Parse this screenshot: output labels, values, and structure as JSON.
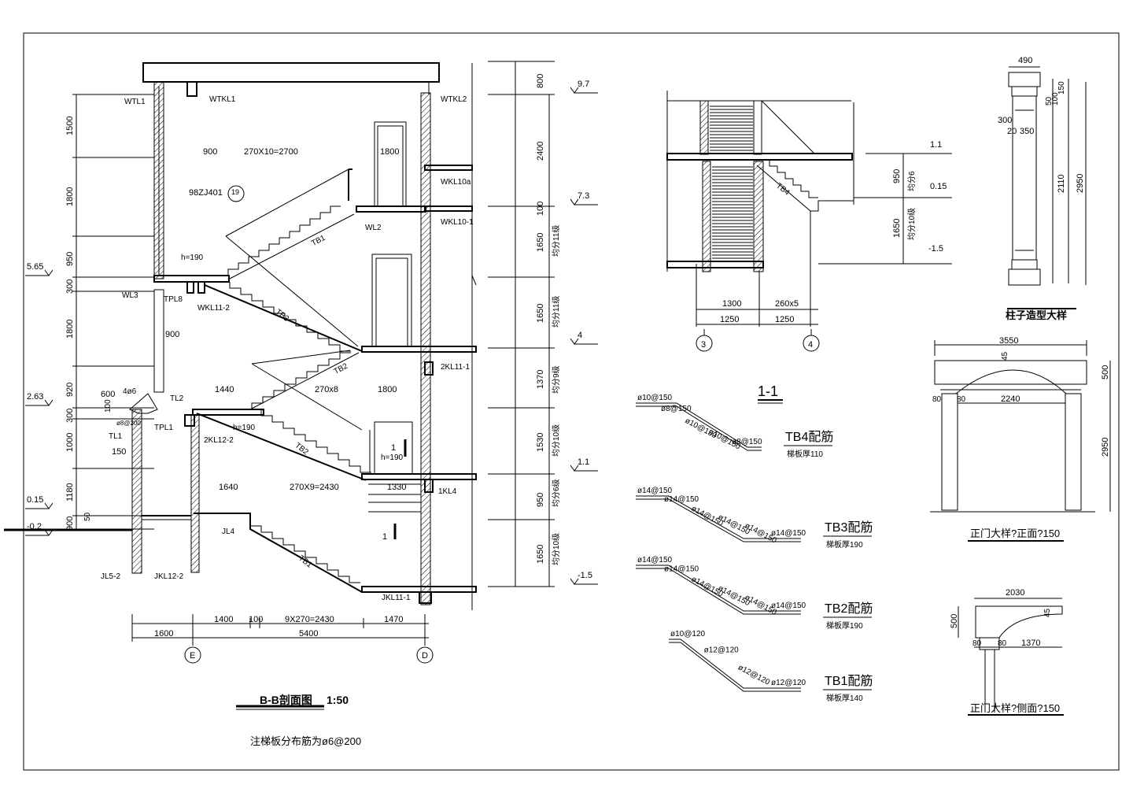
{
  "section_bb": {
    "title": "B-B剖面图",
    "scale": "1:50",
    "note": "注梯板分布筋为ø6@200",
    "axis_labels": [
      "E",
      "D"
    ],
    "elevations": [
      "9.7",
      "7.3",
      "5.65",
      "4",
      "2.63",
      "1.1",
      "0.15",
      "-0.2",
      "-1.5"
    ],
    "left_dims": [
      "1500",
      "1800",
      "950",
      "300",
      "1800",
      "920",
      "300",
      "1000",
      "1180",
      "900",
      "50",
      "600",
      "100",
      "150"
    ],
    "right_dims": [
      "800",
      "2400",
      "100",
      "1650",
      "1650",
      "1370",
      "1530",
      "950",
      "1650"
    ],
    "right_notes": [
      "均分11级",
      "均分11级",
      "均分9级",
      "均分10级",
      "均分6级",
      "均分10级"
    ],
    "horizontal_dims": [
      "900",
      "270X10=2700",
      "1800",
      "900",
      "1440",
      "270x8",
      "1800",
      "1640",
      "270X9=2430",
      "1330",
      "1400",
      "100",
      "9X270=2430",
      "1470",
      "1600",
      "5400"
    ],
    "members": [
      "WTL1",
      "WTKL1",
      "WTKL2",
      "WKL10a",
      "WKL10-1",
      "WL2",
      "WL3",
      "TPL8",
      "WKL11-2",
      "2KL11-1",
      "TL2",
      "TPL1",
      "2KL12-2",
      "TL1",
      "1KL4",
      "JL4",
      "JL5-2",
      "JKL12-2",
      "JKL11-1",
      "4ø6",
      "ø8@200",
      "98ZJ401",
      "19"
    ],
    "heights": [
      "h=190",
      "h=190",
      "h=190"
    ],
    "stair_labels": [
      "TB1",
      "TB3",
      "TB2",
      "TB2",
      "TB1"
    ],
    "marks": [
      "1",
      "1"
    ]
  },
  "section_11": {
    "title": "1-1",
    "elevations": [
      "1.1",
      "0.15",
      "-1.5"
    ],
    "dims_v": [
      "950",
      "1650"
    ],
    "notes_v": [
      "均分6",
      "均分10级"
    ],
    "dims_h": [
      "1300",
      "260x5",
      "1250",
      "1250"
    ],
    "axis_labels": [
      "3",
      "4"
    ],
    "stair_label": "TB4"
  },
  "rebar": [
    {
      "title": "TB4配筋",
      "thickness": "梯板厚110",
      "bars": [
        "ø10@150",
        "ø8@150",
        "ø10@150",
        "ø10@150",
        "ø8@150"
      ]
    },
    {
      "title": "TB3配筋",
      "thickness": "梯板厚190",
      "bars": [
        "ø14@150",
        "ø14@150",
        "ø14@150",
        "ø14@150",
        "ø14@150",
        "ø14@150"
      ]
    },
    {
      "title": "TB2配筋",
      "thickness": "梯板厚190",
      "bars": [
        "ø14@150",
        "ø14@150",
        "ø14@150",
        "ø14@150",
        "ø14@150",
        "ø14@150"
      ]
    },
    {
      "title": "TB1配筋",
      "thickness": "梯板厚140",
      "bars": [
        "ø10@120",
        "ø12@120",
        "ø12@120",
        "ø12@120"
      ]
    }
  ],
  "column_detail": {
    "title": "柱子造型大样",
    "dims": [
      "490",
      "300",
      "20",
      "350",
      "2110",
      "2950",
      "150",
      "50",
      "100"
    ]
  },
  "door_front": {
    "title": "正门大样?正面?150",
    "dims": [
      "3550",
      "45",
      "500",
      "2240",
      "80",
      "80",
      "2950"
    ]
  },
  "door_side": {
    "title": "正门大样?侧面?150",
    "dims": [
      "2030",
      "500",
      "45",
      "80",
      "80",
      "1370"
    ]
  }
}
